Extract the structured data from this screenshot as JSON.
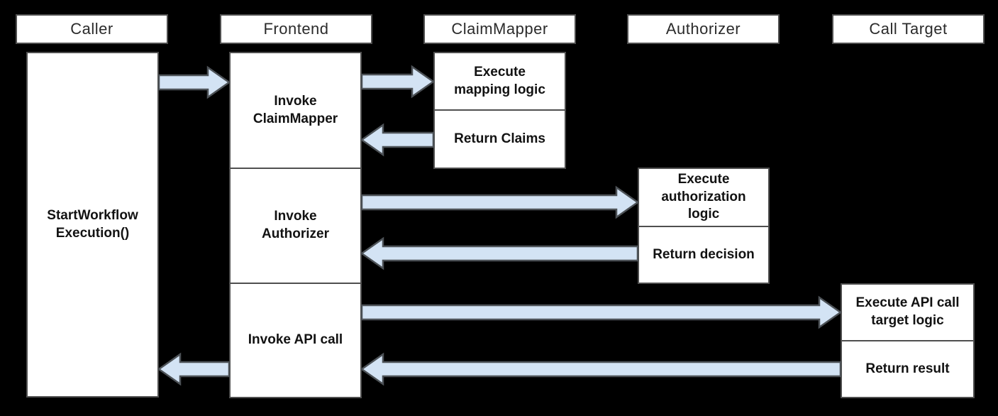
{
  "title": "Workflow execution sequence diagram",
  "colors": {
    "background": "#000000",
    "box_fill": "#ffffff",
    "box_border": "#4f4f4f",
    "arrow_fill": "#d3e3f4",
    "arrow_stroke": "#4d5257",
    "header_text": "#2b2b2b",
    "body_text": "#121212"
  },
  "lifelines": [
    {
      "header": "Caller",
      "activations": [
        {
          "label": "StartWorkflow\nExecution()"
        }
      ]
    },
    {
      "header": "Frontend",
      "activations": [
        {
          "label": "Invoke\nClaimMapper"
        },
        {
          "label": "Invoke\nAuthorizer"
        },
        {
          "label": "Invoke API call"
        }
      ]
    },
    {
      "header": "ClaimMapper",
      "activations": [
        {
          "label": "Execute\nmapping logic"
        },
        {
          "label": "Return Claims"
        }
      ]
    },
    {
      "header": "Authorizer",
      "activations": [
        {
          "label": "Execute\nauthorization\nlogic"
        },
        {
          "label": "Return decision"
        }
      ]
    },
    {
      "header": "Call Target",
      "activations": [
        {
          "label": "Execute API call\ntarget logic"
        },
        {
          "label": "Return result"
        }
      ]
    }
  ],
  "arrows": [
    {
      "from": "Caller",
      "to": "Frontend",
      "direction": "right"
    },
    {
      "from": "Frontend",
      "to": "ClaimMapper",
      "direction": "right"
    },
    {
      "from": "ClaimMapper",
      "to": "Frontend",
      "direction": "left"
    },
    {
      "from": "Frontend",
      "to": "Authorizer",
      "direction": "right"
    },
    {
      "from": "Authorizer",
      "to": "Frontend",
      "direction": "left"
    },
    {
      "from": "Frontend",
      "to": "Call Target",
      "direction": "right"
    },
    {
      "from": "Call Target",
      "to": "Frontend",
      "direction": "left"
    },
    {
      "from": "Frontend",
      "to": "Caller",
      "direction": "left"
    }
  ]
}
